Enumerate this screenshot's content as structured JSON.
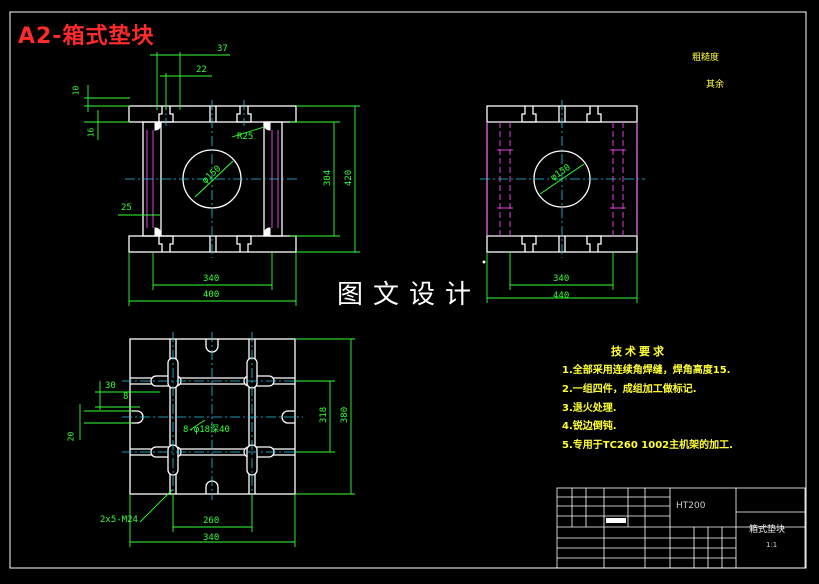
{
  "drawing": {
    "title": "A2-箱式垫块",
    "watermark": "图文设计",
    "top_right_note_1": "粗糙度",
    "top_right_note_2": "其余",
    "tech_requirements_title": "技术要求",
    "tech_requirements": [
      "1.全部采用连续角焊缝，焊角高度15.",
      "2.一组四件，成组加工做标记.",
      "3.退火处理.",
      "4.锐边倒钝.",
      "5.专用于TC260 1002主机架的加工."
    ],
    "title_block": {
      "material": "HT200",
      "part_name": "箱式垫块",
      "scale": "1:1"
    },
    "dimensions": {
      "front_37": "37",
      "front_22": "22",
      "front_10": "10",
      "front_16": "16",
      "front_r25": "R25",
      "front_25": "25",
      "front_dia": "φ150",
      "front_304": "304",
      "front_420": "420",
      "front_340": "340",
      "front_400": "400",
      "side_dia": "φ150",
      "side_340": "340",
      "side_440": "440",
      "top_30": "30",
      "top_8": "8",
      "top_20": "20",
      "top_holes": "8-φ18深40",
      "top_318": "318",
      "top_380": "380",
      "top_260": "260",
      "top_340": "340",
      "top_thread": "2x5-M24"
    }
  }
}
